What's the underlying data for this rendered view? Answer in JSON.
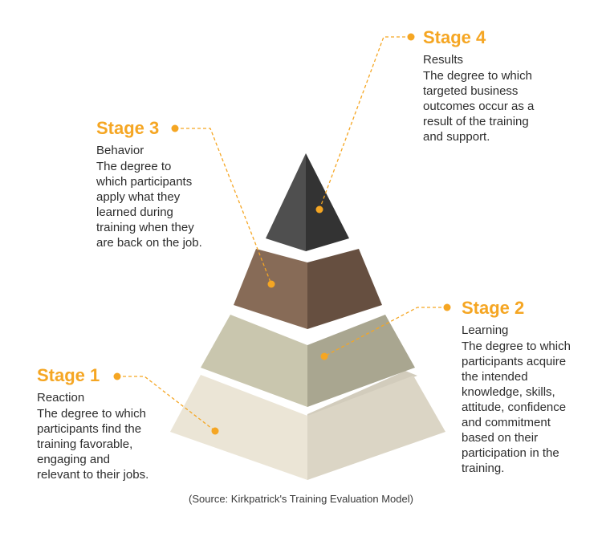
{
  "stages": [
    {
      "title": "Stage 1",
      "name": "Reaction",
      "lines": [
        "The degree to which",
        "participants find the",
        "training favorable,",
        "engaging and",
        "relevant to their jobs."
      ]
    },
    {
      "title": "Stage 2",
      "name": "Learning",
      "lines": [
        "The degree to which",
        "participants acquire",
        "the intended",
        "knowledge, skills,",
        "attitude, confidence",
        "and commitment",
        "based on their",
        "participation in the",
        "training."
      ]
    },
    {
      "title": "Stage 3",
      "name": "Behavior",
      "lines": [
        "The degree to",
        "which participants",
        "apply what they",
        "learned during",
        "training when they",
        "are back on the job."
      ]
    },
    {
      "title": "Stage 4",
      "name": "Results",
      "lines": [
        "The degree to which",
        "targeted business",
        "outcomes occur as a",
        "result of the training",
        "and support."
      ]
    }
  ],
  "source": "(Source: Kirkpatrick's Training Evaluation Model)",
  "colors": {
    "accent": "#f5a623",
    "tier1_left": "#ebe5d6",
    "tier1_right": "#dbd5c5",
    "tier2_left": "#c9c6ae",
    "tier2_right": "#a9a690",
    "tier3_left": "#876b57",
    "tier3_right": "#664f40",
    "tier4_left": "#4f4f4f",
    "tier4_right": "#333333"
  }
}
